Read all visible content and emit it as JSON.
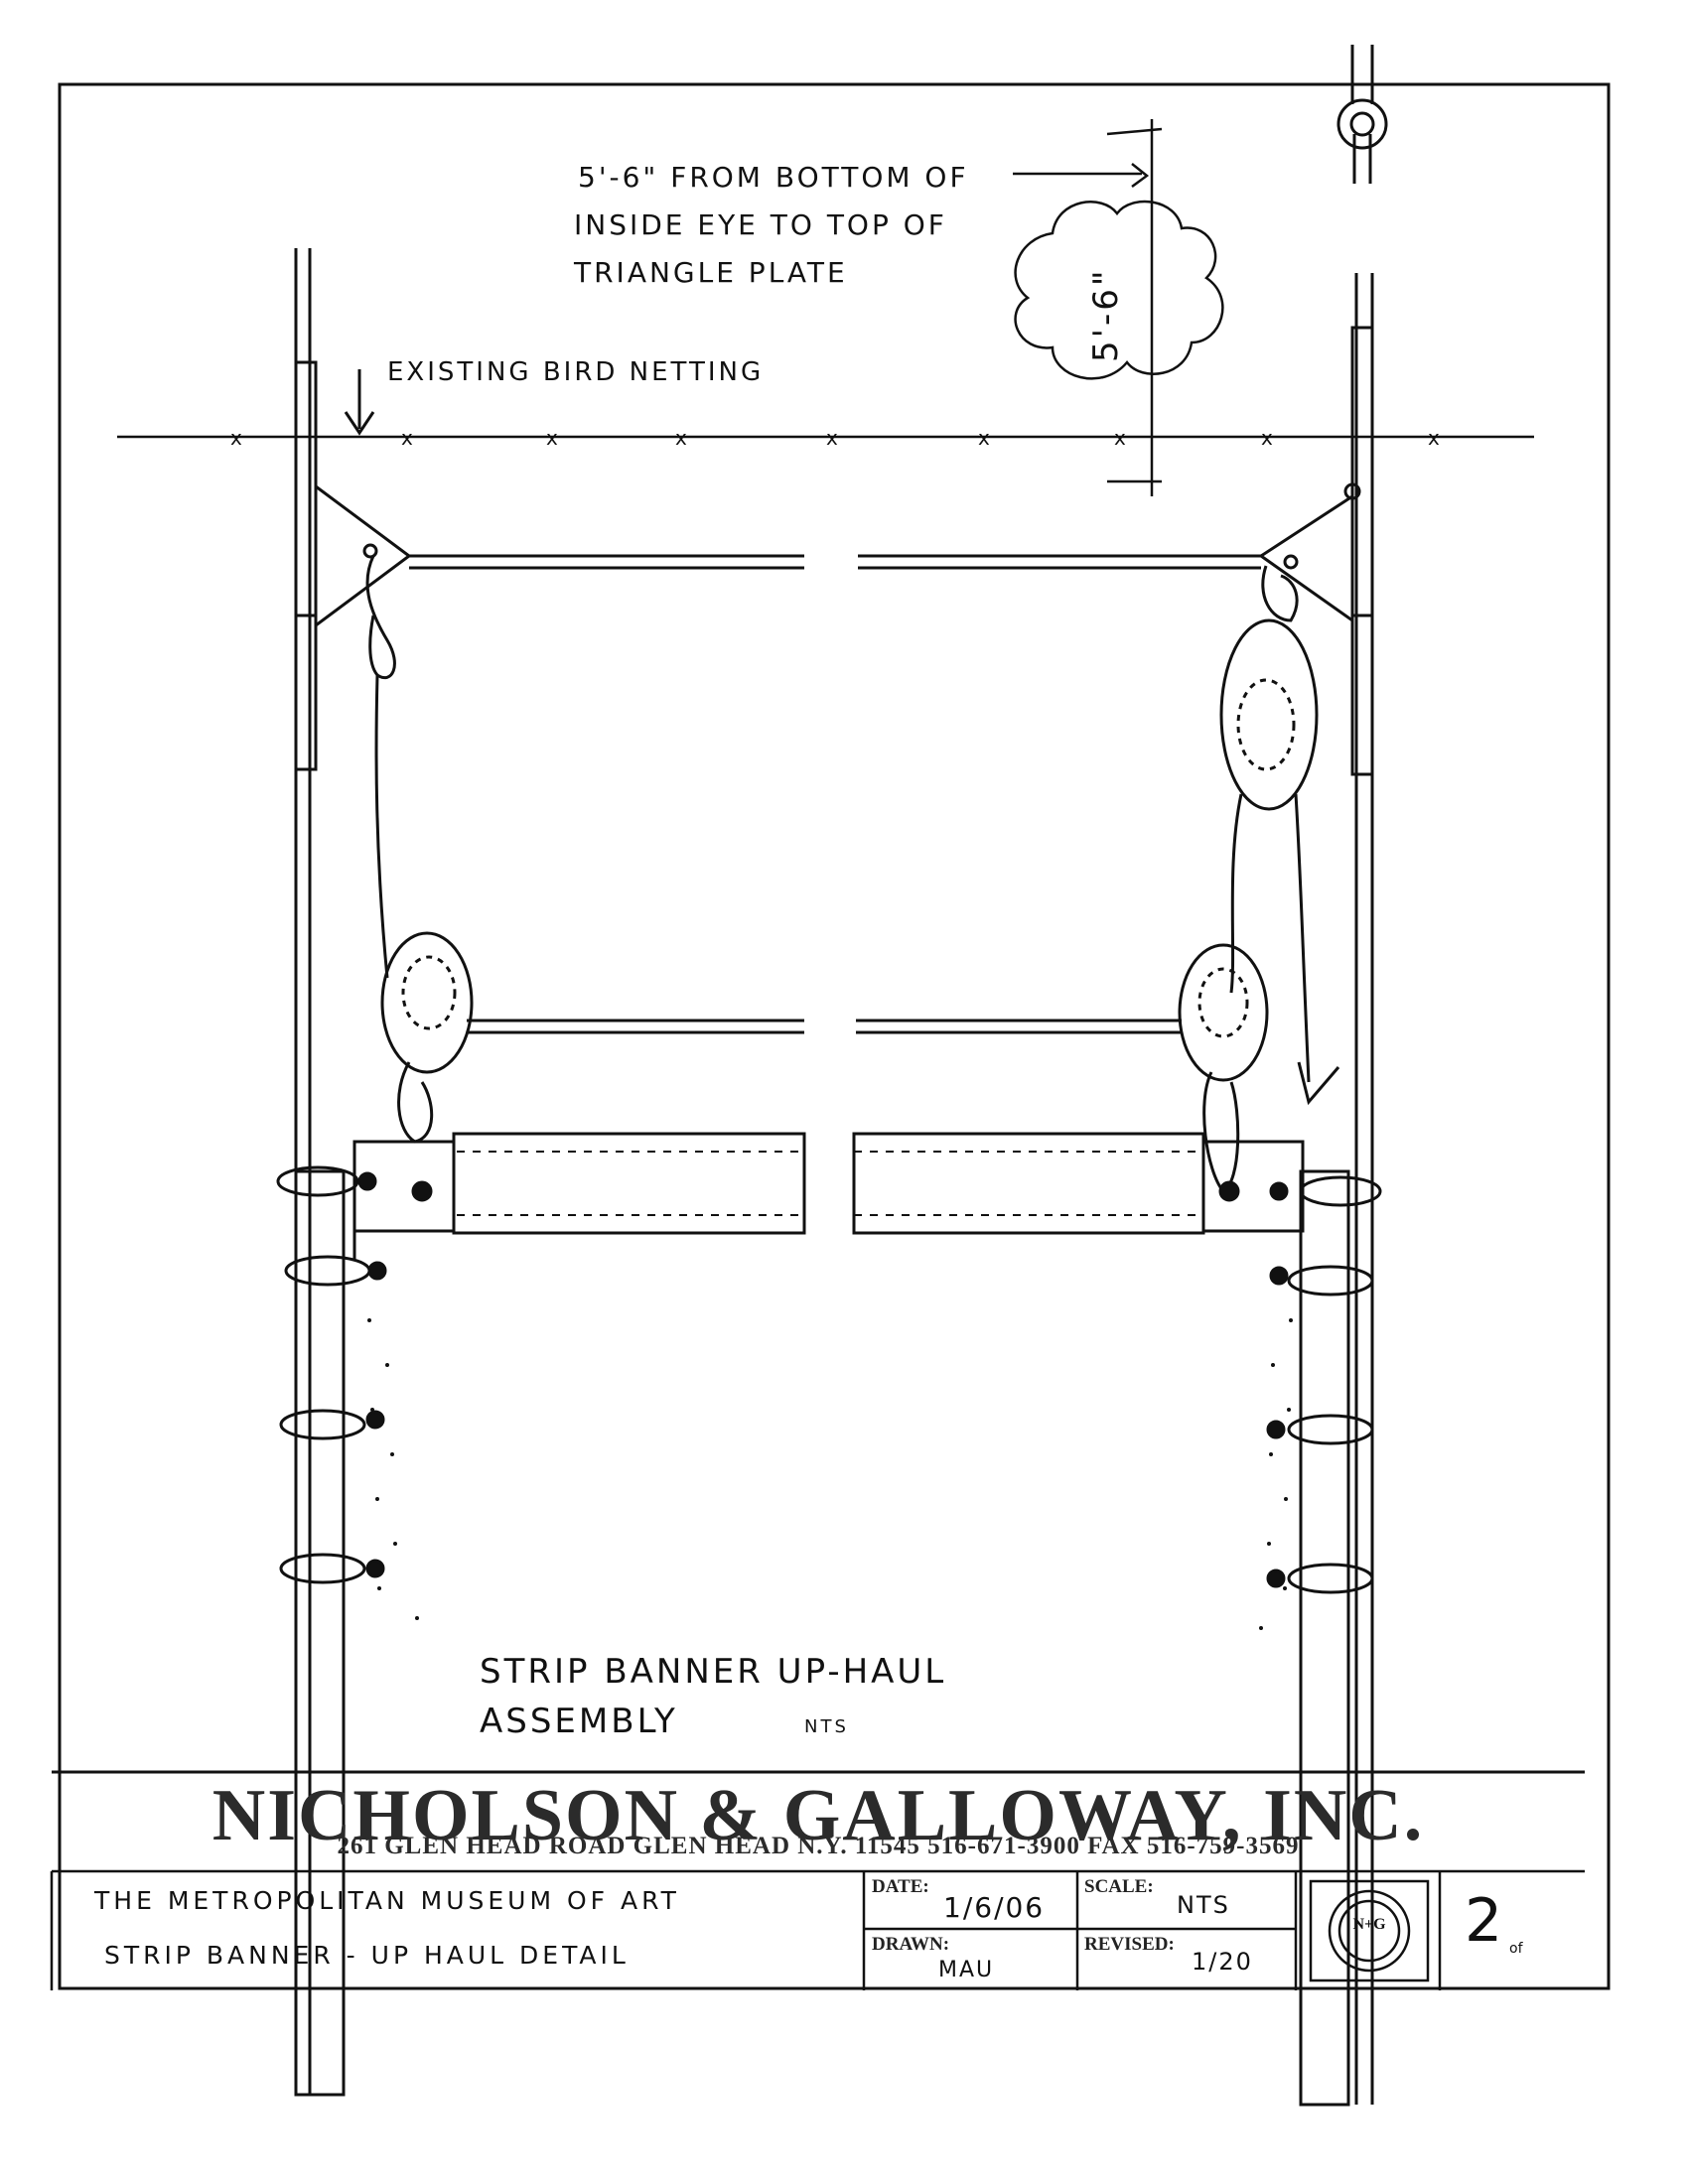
{
  "drawing": {
    "dimension_note_line1": "5'-6\" FROM BOTTOM OF",
    "dimension_note_line2": "INSIDE EYE TO TOP OF",
    "dimension_note_line3": "TRIANGLE PLATE",
    "cloud_dimension": "5'-6\"",
    "bird_netting_label": "EXISTING BIRD NETTING",
    "netting_marker": "x",
    "title_line1": "STRIP BANNER UP-HAUL",
    "title_line2": "ASSEMBLY",
    "title_scale": "NTS"
  },
  "title_block": {
    "company": "NICHOLSON & GALLOWAY, INC.",
    "address": "261 GLEN HEAD ROAD GLEN HEAD N.Y. 11545   516-671-3900  FAX  516-759-3569",
    "project_line1": "THE METROPOLITAN MUSEUM OF ART",
    "project_line2": "STRIP BANNER - UP HAUL DETAIL",
    "date_label": "DATE:",
    "date_value": "1/6/06",
    "scale_label": "SCALE:",
    "scale_value": "NTS",
    "drawn_label": "DRAWN:",
    "drawn_value": "MAU",
    "revised_label": "REVISED:",
    "revised_value": "1/20",
    "logo_text": "N+G",
    "sheet_number": "2",
    "sheet_of": "of"
  },
  "colors": {
    "ink": "#111111",
    "title_ink": "#2b2b2b",
    "paper": "#ffffff"
  }
}
